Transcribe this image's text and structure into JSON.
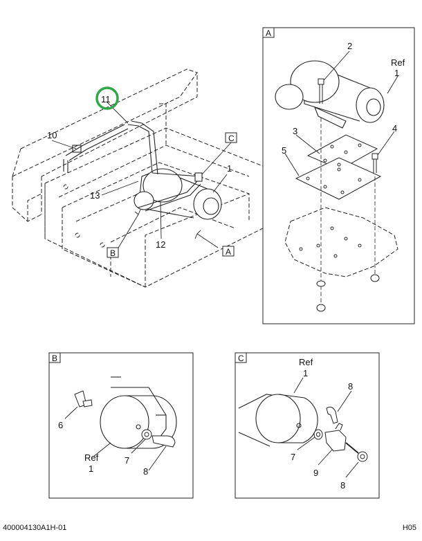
{
  "main": {
    "callouts": {
      "c10": "10",
      "c11": "11",
      "c13": "13",
      "c12": "12",
      "c1": "1",
      "tagC": "C",
      "tagB": "B",
      "tagA": "A"
    },
    "highlight_color": "#2ea84a"
  },
  "detailA": {
    "tag": "A",
    "c2": "2",
    "ref": "Ref",
    "c1": "1",
    "c3": "3",
    "c4": "4",
    "c5": "5"
  },
  "detailB": {
    "tag": "B",
    "c6": "6",
    "c7": "7",
    "c8": "8",
    "ref": "Ref",
    "c1": "1"
  },
  "detailC": {
    "tag": "C",
    "ref": "Ref",
    "c1": "1",
    "c8a": "8",
    "c7": "7",
    "c9": "9",
    "c8b": "8"
  },
  "footer": {
    "left": "400004130A1H-01",
    "right": "H05"
  }
}
